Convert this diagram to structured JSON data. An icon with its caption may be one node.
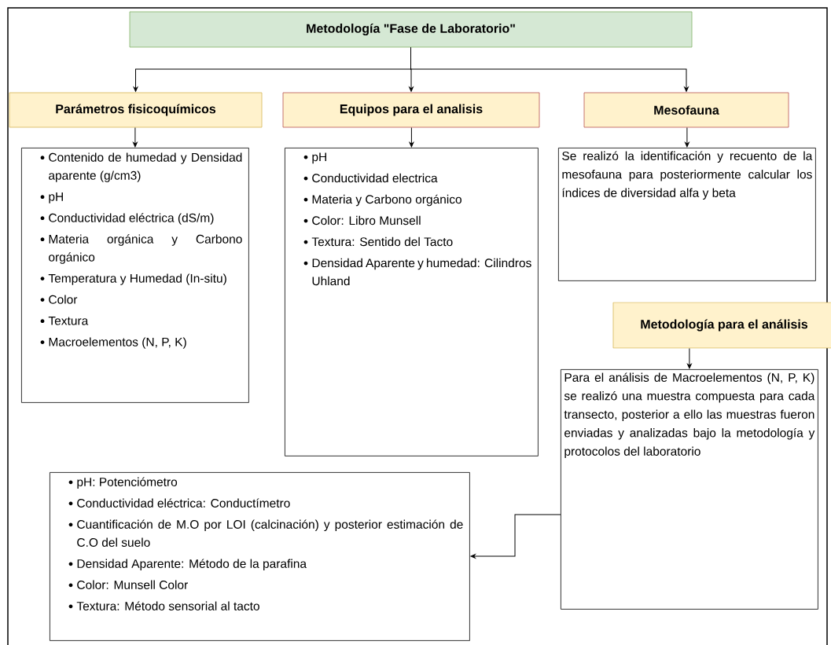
{
  "diagram": {
    "nodes": [
      {
        "text": [
          "Metodología \"Fase de Laboratorio\""
        ]
      },
      {
        "text": [
          "Parámetros fisicoquímicos"
        ]
      },
      {
        "text": [
          "Equipos para el analisis"
        ]
      },
      {
        "text": [
          "Mesofauna"
        ]
      },
      {
        "text": [
          "Contenido de humedad y Densidad aparente (g/cm3)",
          "pH",
          "Conductividad eléctrica (dS/m)",
          "Materia orgánica y Carbono orgánico",
          "Temperatura y Humedad (In-situ)",
          "Color",
          "Textura",
          "Macroelementos (N, P, K)"
        ]
      },
      {
        "text": [
          "pH",
          "Conductividad electrica",
          "Materia y Carbono orgánico",
          "Color: Libro Munsell",
          "Textura: Sentido del Tacto",
          "Densidad Aparente y humedad: Cilindros Uhland"
        ]
      },
      {
        "text": [
          "Se realizó la identificación y recuento de la mesofauna para posteriormente calcular los índices de diversidad alfa y beta"
        ]
      },
      {
        "text": [
          "Metodología para el análisis"
        ]
      },
      {
        "text": [
          "Para el análisis de Macroelementos (N, P, K) se realizó una muestra compuesta para cada transecto, posterior a ello las muestras fueron enviadas y analizadas bajo la metodología y protocolos del laboratorio"
        ]
      },
      {
        "text": [
          "pH: Potenciómetro",
          "Conductividad eléctrica: Conductímetro",
          "Cuantificación de M.O por LOI (calcinación) y posterior estimación de C.O del suelo",
          "Densidad Aparente: Método de la parafina",
          "Color: Munsell Color",
          "Textura: Método sensorial al tacto"
        ]
      }
    ],
    "edges": [
      {
        "from": 0,
        "to": 1,
        "arrow": "to"
      },
      {
        "from": 0,
        "to": 2,
        "arrow": "to"
      },
      {
        "from": 0,
        "to": 3,
        "arrow": "to"
      },
      {
        "from": 1,
        "to": 4,
        "arrow": "to"
      },
      {
        "from": 2,
        "to": 5,
        "arrow": "to"
      },
      {
        "from": 3,
        "to": 6,
        "arrow": "to"
      },
      {
        "from": 7,
        "to": 8,
        "arrow": "to"
      },
      {
        "from": 8,
        "to": 9,
        "arrow": "to"
      }
    ]
  }
}
